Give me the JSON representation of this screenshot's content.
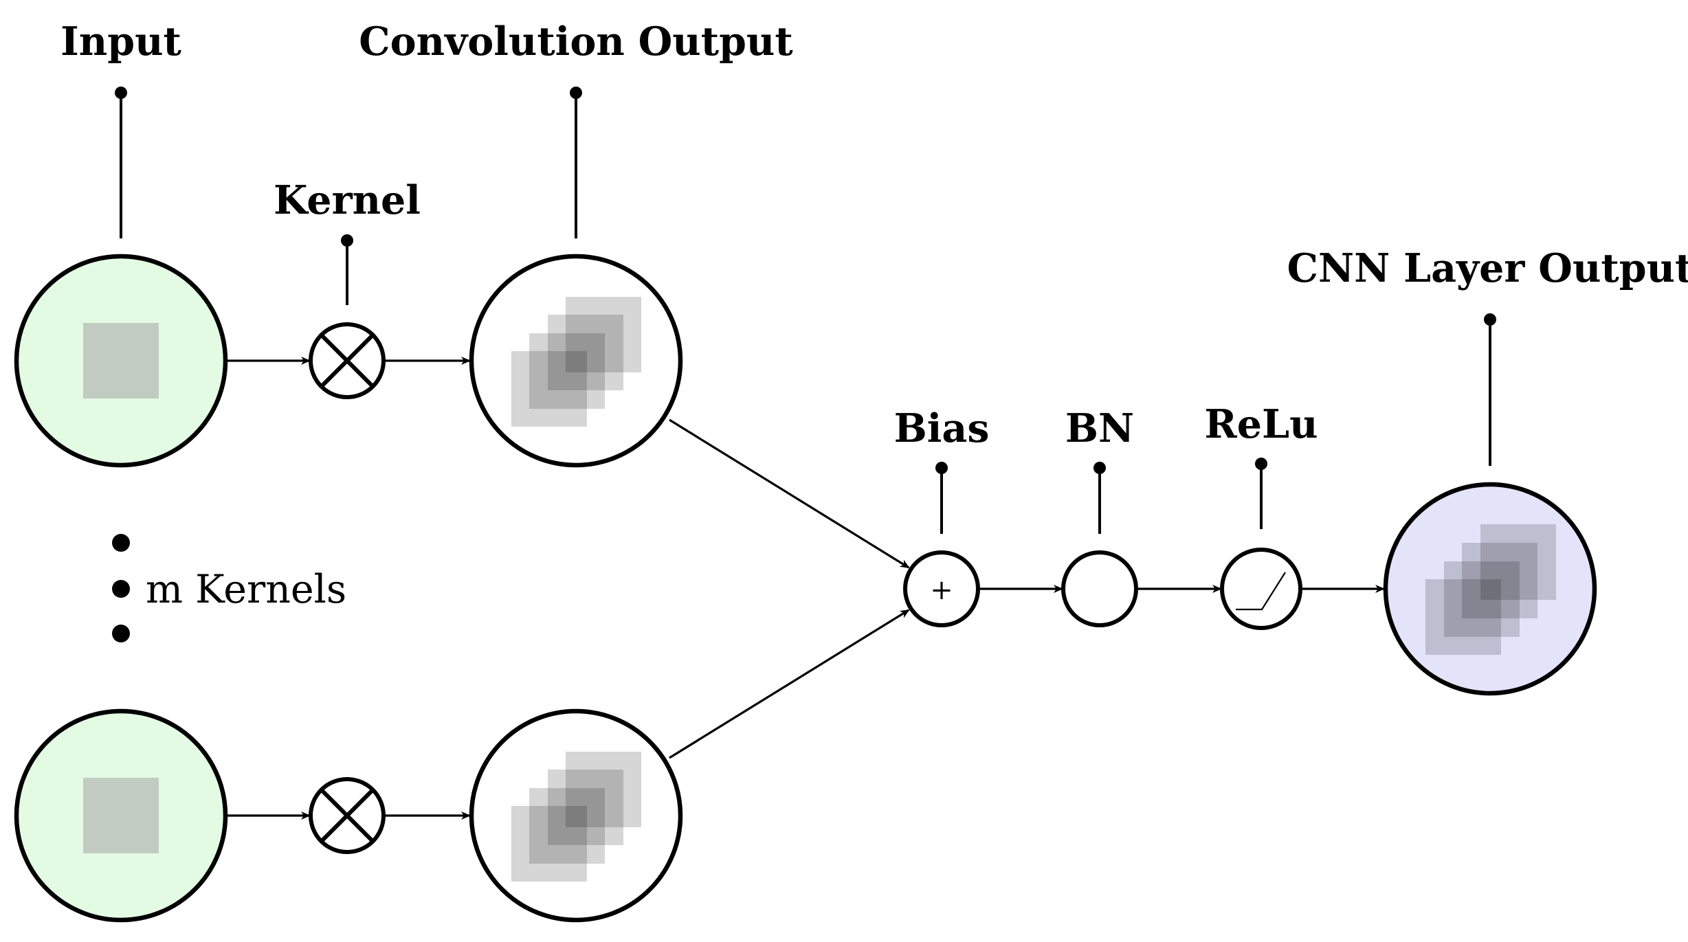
{
  "labels": {
    "input": "Input",
    "convolution_output": "Convolution Output",
    "kernel": "Kernel",
    "m_kernels": "m Kernels",
    "bias": "Bias",
    "bn": "BN",
    "relu": "ReLu",
    "cnn_layer_output": "CNN Layer Output"
  },
  "symbols": {
    "plus": "+"
  },
  "colors": {
    "input_fill": "#e3fbe3",
    "input_square": "#c2cbc2",
    "output_fill": "#e3e3fa",
    "stroke": "#000000",
    "background": "#ffffff"
  }
}
